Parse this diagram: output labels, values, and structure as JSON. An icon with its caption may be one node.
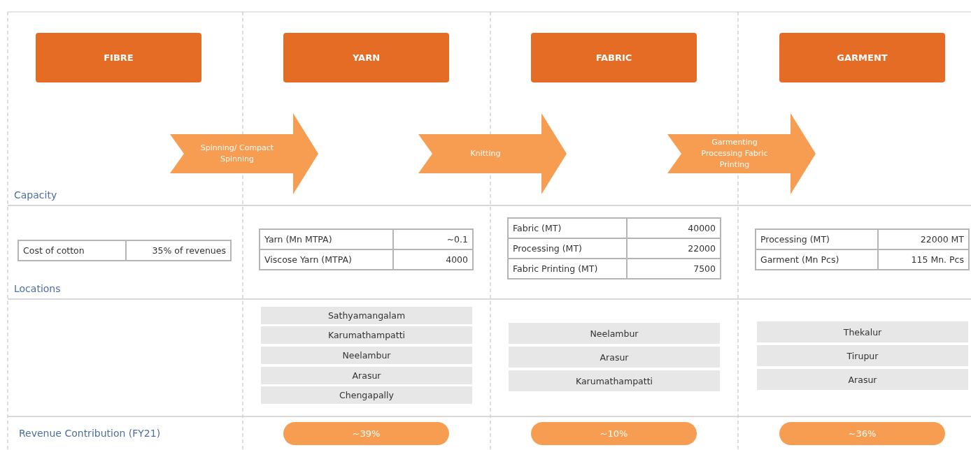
{
  "diagram": {
    "nodes": [
      {
        "text": [
          "FIBRE"
        ]
      },
      {
        "text": [
          "YARN"
        ]
      },
      {
        "text": [
          "FABRIC"
        ]
      },
      {
        "text": [
          "GARMENT"
        ]
      },
      {
        "text": [
          "Spinning/ Compact Spinning"
        ]
      },
      {
        "text": [
          "Knitting"
        ]
      },
      {
        "text": [
          "Garmenting Processing Fabric Printing"
        ]
      },
      {
        "text": [
          "Sathyamangalam"
        ]
      },
      {
        "text": [
          "Karumathampatti"
        ]
      },
      {
        "text": [
          "Neelambur"
        ]
      },
      {
        "text": [
          "Arasur"
        ]
      },
      {
        "text": [
          "Chengapally"
        ]
      },
      {
        "text": [
          "Neelambur"
        ]
      },
      {
        "text": [
          "Arasur"
        ]
      },
      {
        "text": [
          "Karumathampatti"
        ]
      },
      {
        "text": [
          "Thekalur"
        ]
      },
      {
        "text": [
          "Tirupur"
        ]
      },
      {
        "text": [
          "Arasur"
        ]
      },
      {
        "text": [
          "~39%"
        ]
      },
      {
        "text": [
          "~10%"
        ]
      },
      {
        "text": [
          "~36%"
        ]
      }
    ],
    "labels": [
      "Capacity",
      "Cost of cotton",
      "35% of revenues",
      "Yarn (Mn MTPA)",
      "~0.1",
      "Viscose Yarn (MTPA)",
      "4000",
      "Fabric (MT)",
      "40000",
      "Processing (MT)",
      "22000",
      "Fabric Printing (MT)",
      "7500",
      "Processing (MT)",
      "22000 MT",
      "Garment (Mn Pcs)",
      "115 Mn. Pcs",
      "Locations",
      "Revenue Contribution (FY21)"
    ]
  }
}
